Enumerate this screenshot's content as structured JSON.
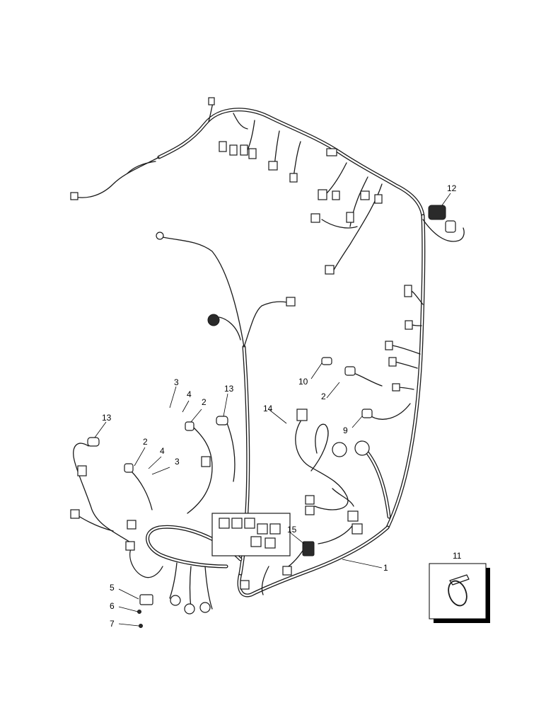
{
  "callouts": {
    "c1": "1",
    "c2a": "2",
    "c2b": "2",
    "c2c": "2",
    "c3a": "3",
    "c3b": "3",
    "c4a": "4",
    "c4b": "4",
    "c5": "5",
    "c6": "6",
    "c7": "7",
    "c9": "9",
    "c10": "10",
    "c11": "11",
    "c12": "12",
    "c13a": "13",
    "c13b": "13",
    "c14": "14",
    "c15": "15"
  }
}
